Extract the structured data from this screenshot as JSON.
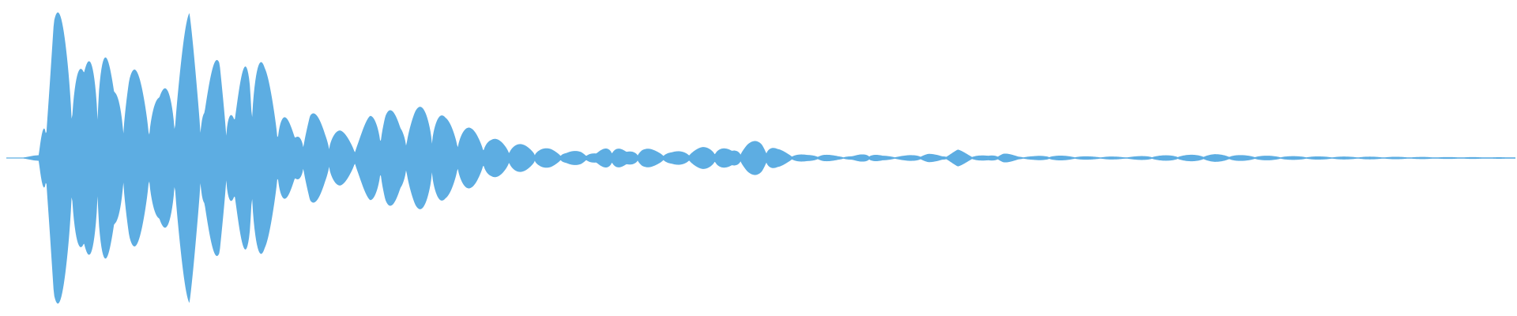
{
  "waveform": {
    "color": "#5dade2",
    "background": "#ffffff",
    "envelope": [
      0.005,
      0.02,
      0.98,
      0.85,
      0.55,
      0.92,
      0.45,
      0.62,
      0.5,
      0.4,
      0.58,
      0.95,
      0.42,
      0.72,
      0.26,
      0.88,
      0.58,
      0.38,
      0.14,
      0.32,
      0.22,
      0.18,
      0.12,
      0.28,
      0.36,
      0.24,
      0.32,
      0.36,
      0.26,
      0.22,
      0.18,
      0.13,
      0.11,
      0.09,
      0.07,
      0.06,
      0.04,
      0.05,
      0.03,
      0.1,
      0.04,
      0.07,
      0.05,
      0.04,
      0.05,
      0.07,
      0.08,
      0.05,
      0.1,
      0.12,
      0.06,
      0.03,
      0.02,
      0.025,
      0.015,
      0.012,
      0.035,
      0.015,
      0.013,
      0.02,
      0.03,
      0.015,
      0.055,
      0.02,
      0.015,
      0.035,
      0.012,
      0.012,
      0.018,
      0.015,
      0.012,
      0.01,
      0.01,
      0.008,
      0.012,
      0.016,
      0.018,
      0.02,
      0.022,
      0.025,
      0.022,
      0.018,
      0.016,
      0.014,
      0.012,
      0.012,
      0.01,
      0.01,
      0.009,
      0.009,
      0.008,
      0.008,
      0.007,
      0.007,
      0.006,
      0.006,
      0.006,
      0.005,
      0.005,
      0.004
    ],
    "oscillation_cycles": 58
  }
}
